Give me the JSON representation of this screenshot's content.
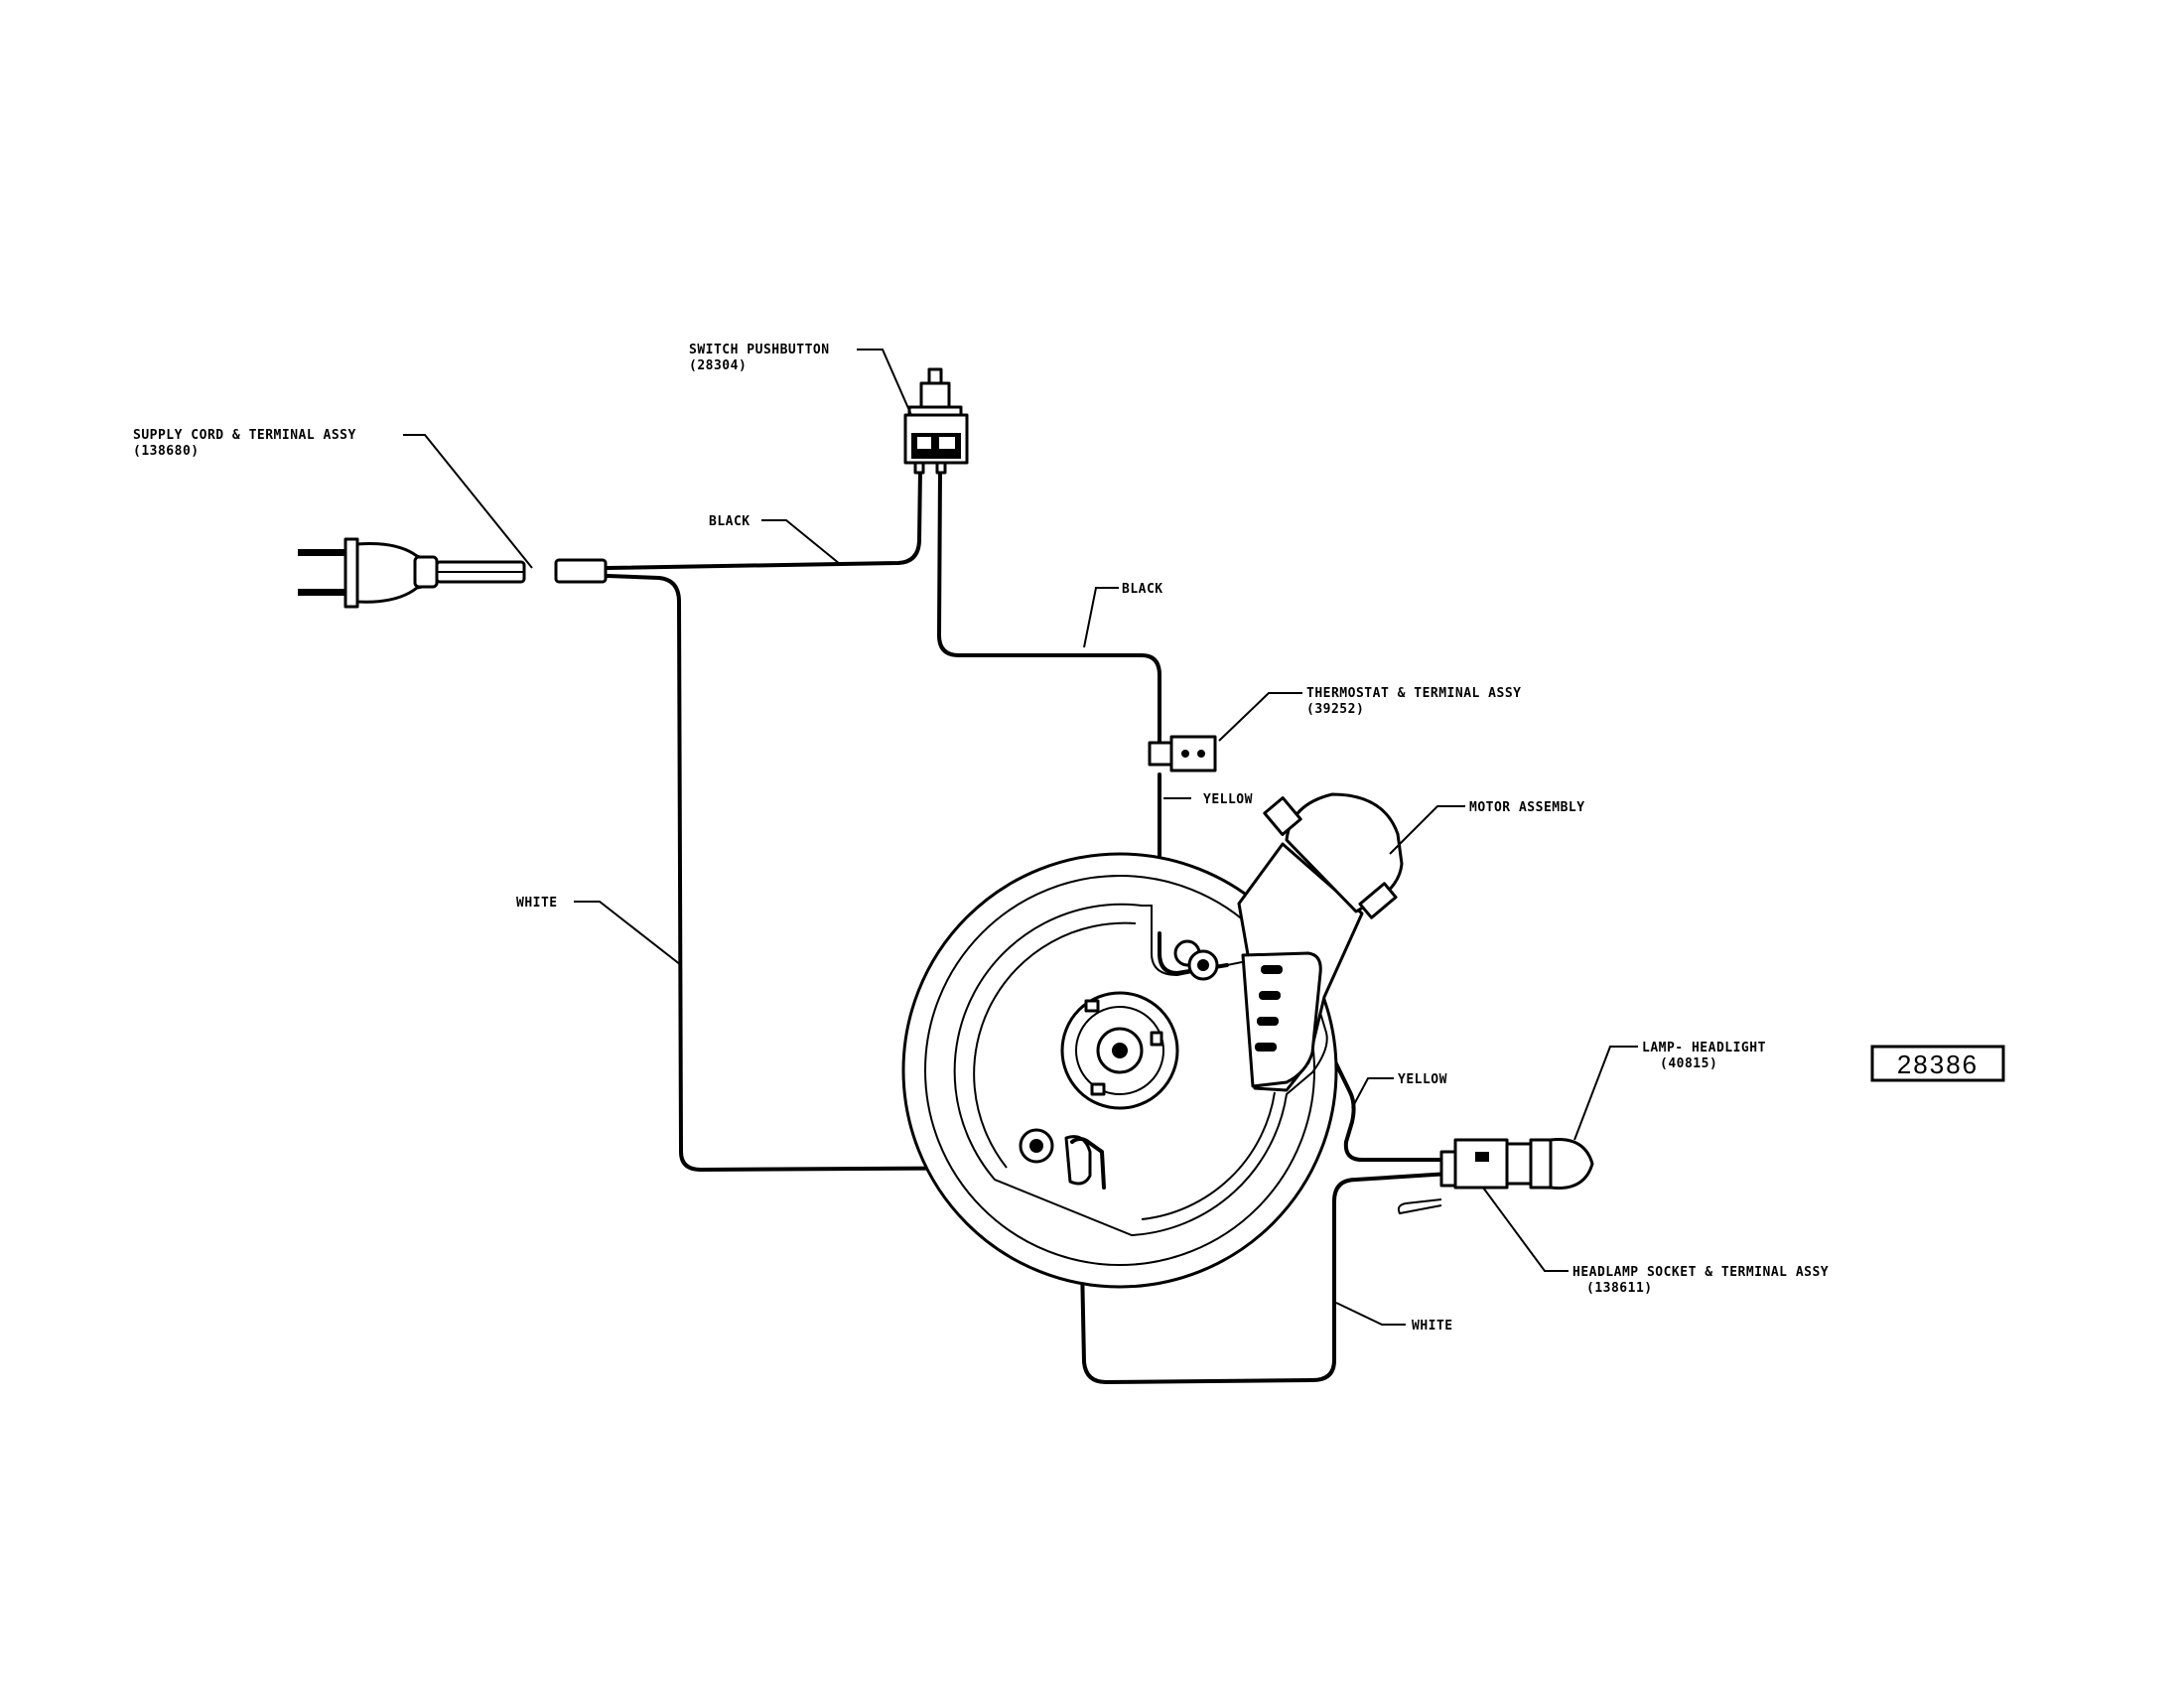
{
  "components": {
    "supply_cord": {
      "name": "SUPPLY CORD & TERMINAL ASSY",
      "part_no": "(138680)"
    },
    "switch": {
      "name": "SWITCH PUSHBUTTON",
      "part_no": "(28304)"
    },
    "thermostat": {
      "name": "THERMOSTAT & TERMINAL ASSY",
      "part_no": "(39252)"
    },
    "motor": {
      "name": "MOTOR ASSEMBLY"
    },
    "lamp": {
      "name": "LAMP- HEADLIGHT",
      "part_no": "(40815)"
    },
    "socket": {
      "name": "HEADLAMP SOCKET & TERMINAL ASSY",
      "part_no": "(138611)"
    }
  },
  "wires": {
    "black_upper": "BLACK",
    "black_lower": "BLACK",
    "yellow_thermostat": "YELLOW",
    "yellow_lamp": "YELLOW",
    "white_left": "WHITE",
    "white_bottom": "WHITE"
  },
  "reference_number": "28386"
}
